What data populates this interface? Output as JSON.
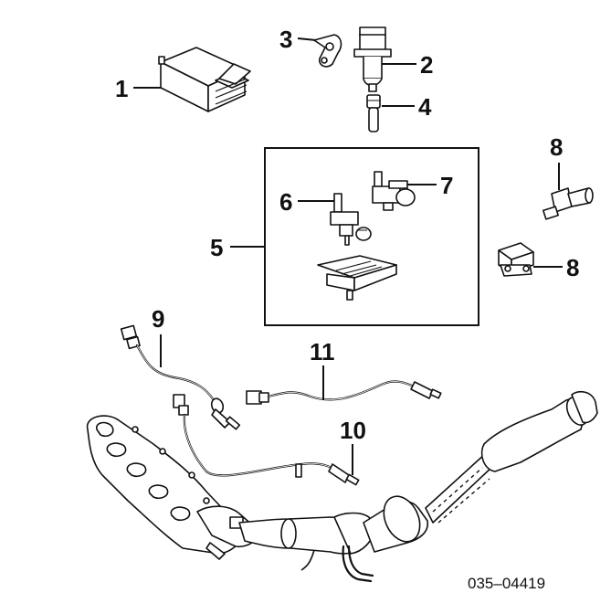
{
  "callouts": {
    "c1": "1",
    "c2": "2",
    "c3": "3",
    "c4": "4",
    "c5": "5",
    "c6": "6",
    "c7": "7",
    "c8a": "8",
    "c8b": "8",
    "c9": "9",
    "c10": "10",
    "c11": "11"
  },
  "part_number": "035–04419"
}
